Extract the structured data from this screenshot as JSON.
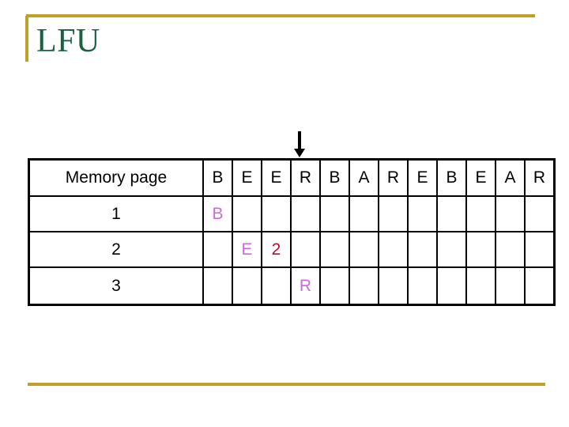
{
  "slide": {
    "title": "LFU",
    "accent_color": "#C0A028",
    "title_color": "#1A6141"
  },
  "arrow": {
    "name": "down-arrow",
    "points_to_column_index": 3,
    "color": "#000000"
  },
  "table": {
    "row_header_label": "Memory page",
    "reference_string": [
      "B",
      "E",
      "E",
      "R",
      "B",
      "A",
      "R",
      "E",
      "B",
      "E",
      "A",
      "R"
    ],
    "row_labels": [
      "1",
      "2",
      "3"
    ],
    "cells": [
      [
        {
          "text": "B",
          "color": "#CC6ADB"
        },
        {
          "text": "",
          "color": ""
        },
        {
          "text": "",
          "color": ""
        },
        {
          "text": "",
          "color": ""
        },
        {
          "text": "",
          "color": ""
        },
        {
          "text": "",
          "color": ""
        },
        {
          "text": "",
          "color": ""
        },
        {
          "text": "",
          "color": ""
        },
        {
          "text": "",
          "color": ""
        },
        {
          "text": "",
          "color": ""
        },
        {
          "text": "",
          "color": ""
        },
        {
          "text": "",
          "color": ""
        }
      ],
      [
        {
          "text": "",
          "color": ""
        },
        {
          "text": "E",
          "color": "#CC6ADB"
        },
        {
          "text": "2",
          "color": "#B01030"
        },
        {
          "text": "",
          "color": ""
        },
        {
          "text": "",
          "color": ""
        },
        {
          "text": "",
          "color": ""
        },
        {
          "text": "",
          "color": ""
        },
        {
          "text": "",
          "color": ""
        },
        {
          "text": "",
          "color": ""
        },
        {
          "text": "",
          "color": ""
        },
        {
          "text": "",
          "color": ""
        },
        {
          "text": "",
          "color": ""
        }
      ],
      [
        {
          "text": "",
          "color": ""
        },
        {
          "text": "",
          "color": ""
        },
        {
          "text": "",
          "color": ""
        },
        {
          "text": "R",
          "color": "#CC6ADB"
        },
        {
          "text": "",
          "color": ""
        },
        {
          "text": "",
          "color": ""
        },
        {
          "text": "",
          "color": ""
        },
        {
          "text": "",
          "color": ""
        },
        {
          "text": "",
          "color": ""
        },
        {
          "text": "",
          "color": ""
        },
        {
          "text": "",
          "color": ""
        },
        {
          "text": "",
          "color": ""
        }
      ]
    ]
  }
}
